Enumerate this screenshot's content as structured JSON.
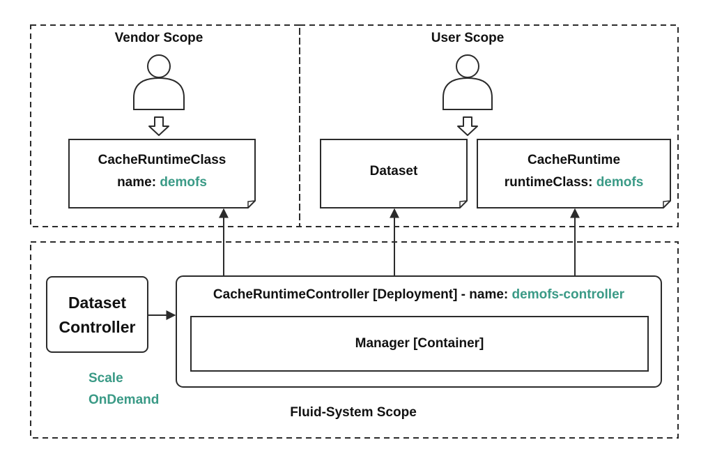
{
  "scopes": {
    "vendor": "Vendor Scope",
    "user": "User Scope",
    "fluid_system": "Fluid-System Scope"
  },
  "cache_runtime_class": {
    "title": "CacheRuntimeClass",
    "name_label": "name:",
    "name_value": "demofs"
  },
  "dataset": {
    "title": "Dataset"
  },
  "cache_runtime": {
    "title": "CacheRuntime",
    "runtime_class_label": "runtimeClass:",
    "runtime_class_value": "demofs"
  },
  "dataset_controller": {
    "line1": "Dataset",
    "line2": "Controller"
  },
  "scale_on_demand": {
    "line1": "Scale",
    "line2": "OnDemand"
  },
  "cache_runtime_controller": {
    "title_prefix": "CacheRuntimeController [Deployment] - name:",
    "name_value": "demofs-controller"
  },
  "manager": {
    "title": "Manager [Container]"
  },
  "colors": {
    "accent_green": "#3a9a86",
    "stroke": "#2b2b2b"
  },
  "icons": [
    "person-icon",
    "hollow-down-arrow-icon",
    "dog-eared-document-shape"
  ]
}
